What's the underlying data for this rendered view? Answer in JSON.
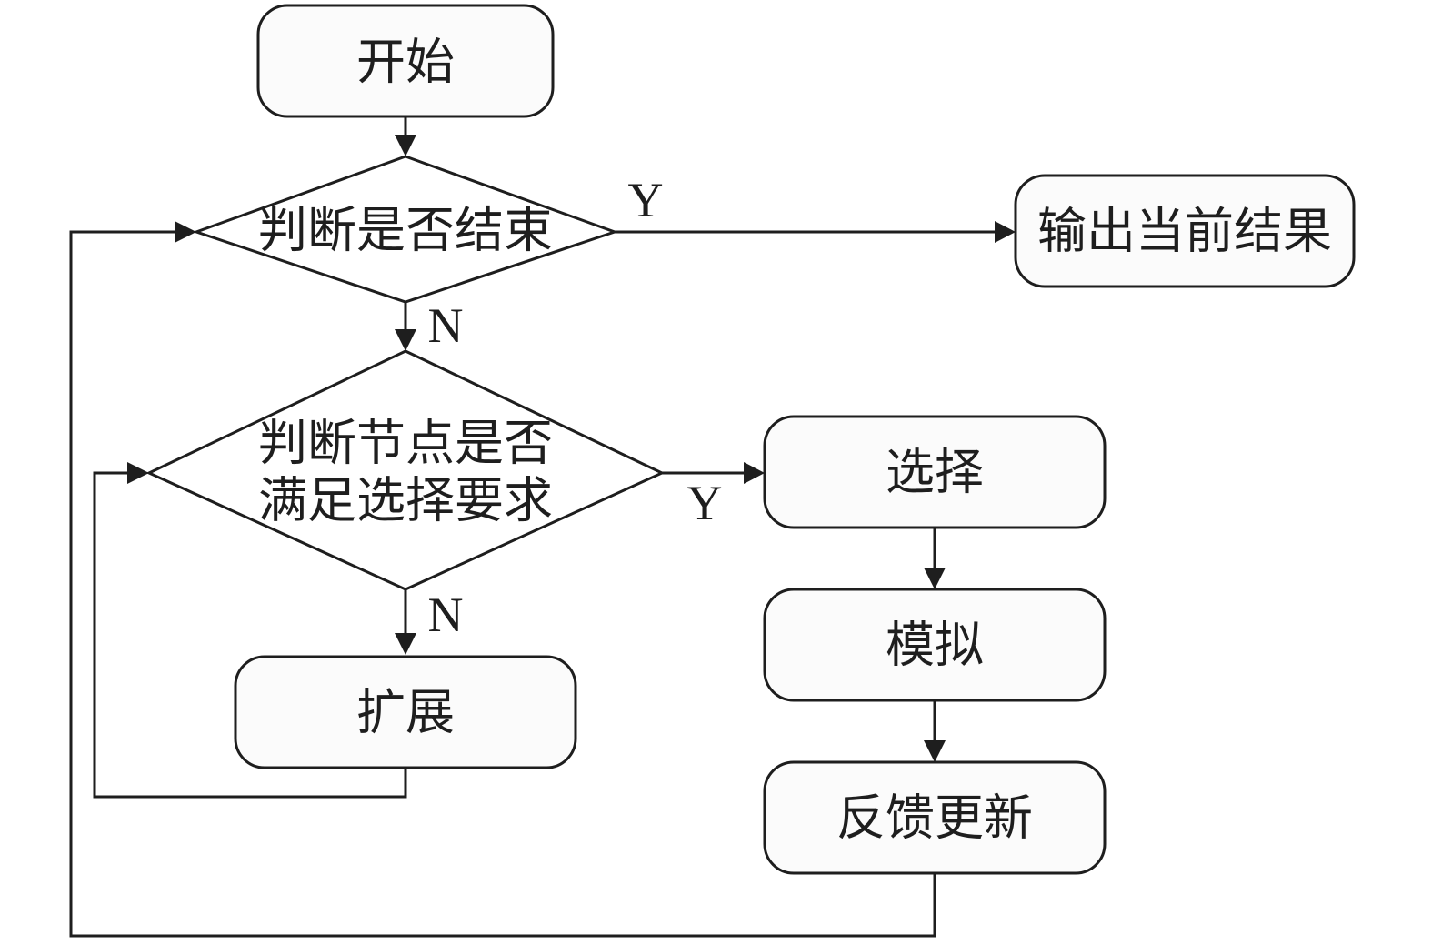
{
  "nodes": {
    "start": "开始",
    "check_end": "判断是否结束",
    "output": "输出当前结果",
    "check_select_line1": "判断节点是否",
    "check_select_line2": "满足选择要求",
    "expand": "扩展",
    "select": "选择",
    "simulate": "模拟",
    "feedback": "反馈更新"
  },
  "edges": {
    "end_yes": "Y",
    "end_no": "N",
    "select_yes": "Y",
    "select_no": "N"
  }
}
